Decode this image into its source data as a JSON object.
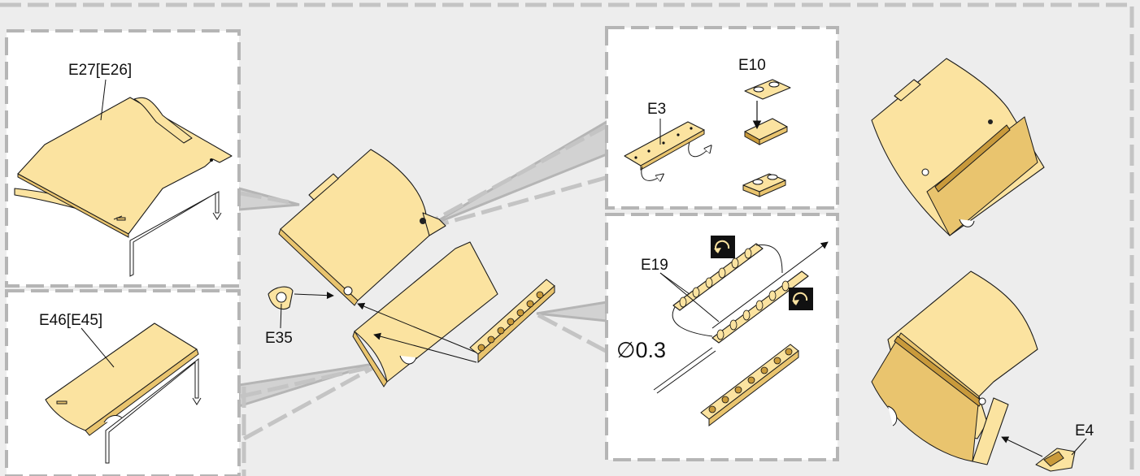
{
  "labels": {
    "e27": "E27[E26]",
    "e46": "E46[E45]",
    "e35": "E35",
    "e3": "E3",
    "e10": "E10",
    "e19": "E19",
    "e4": "E4",
    "wire_dia": "∅0.3"
  },
  "colors": {
    "part_fill": "#fbe3a0",
    "part_shadow": "#c99a3b",
    "panel_border": "#b5b5b5",
    "background": "#ededed",
    "icon_box": "#111111"
  },
  "icons": [
    "bend-arrow-icon",
    "rotate-ccw-icon",
    "arrow-right-icon",
    "arrow-down-icon"
  ]
}
